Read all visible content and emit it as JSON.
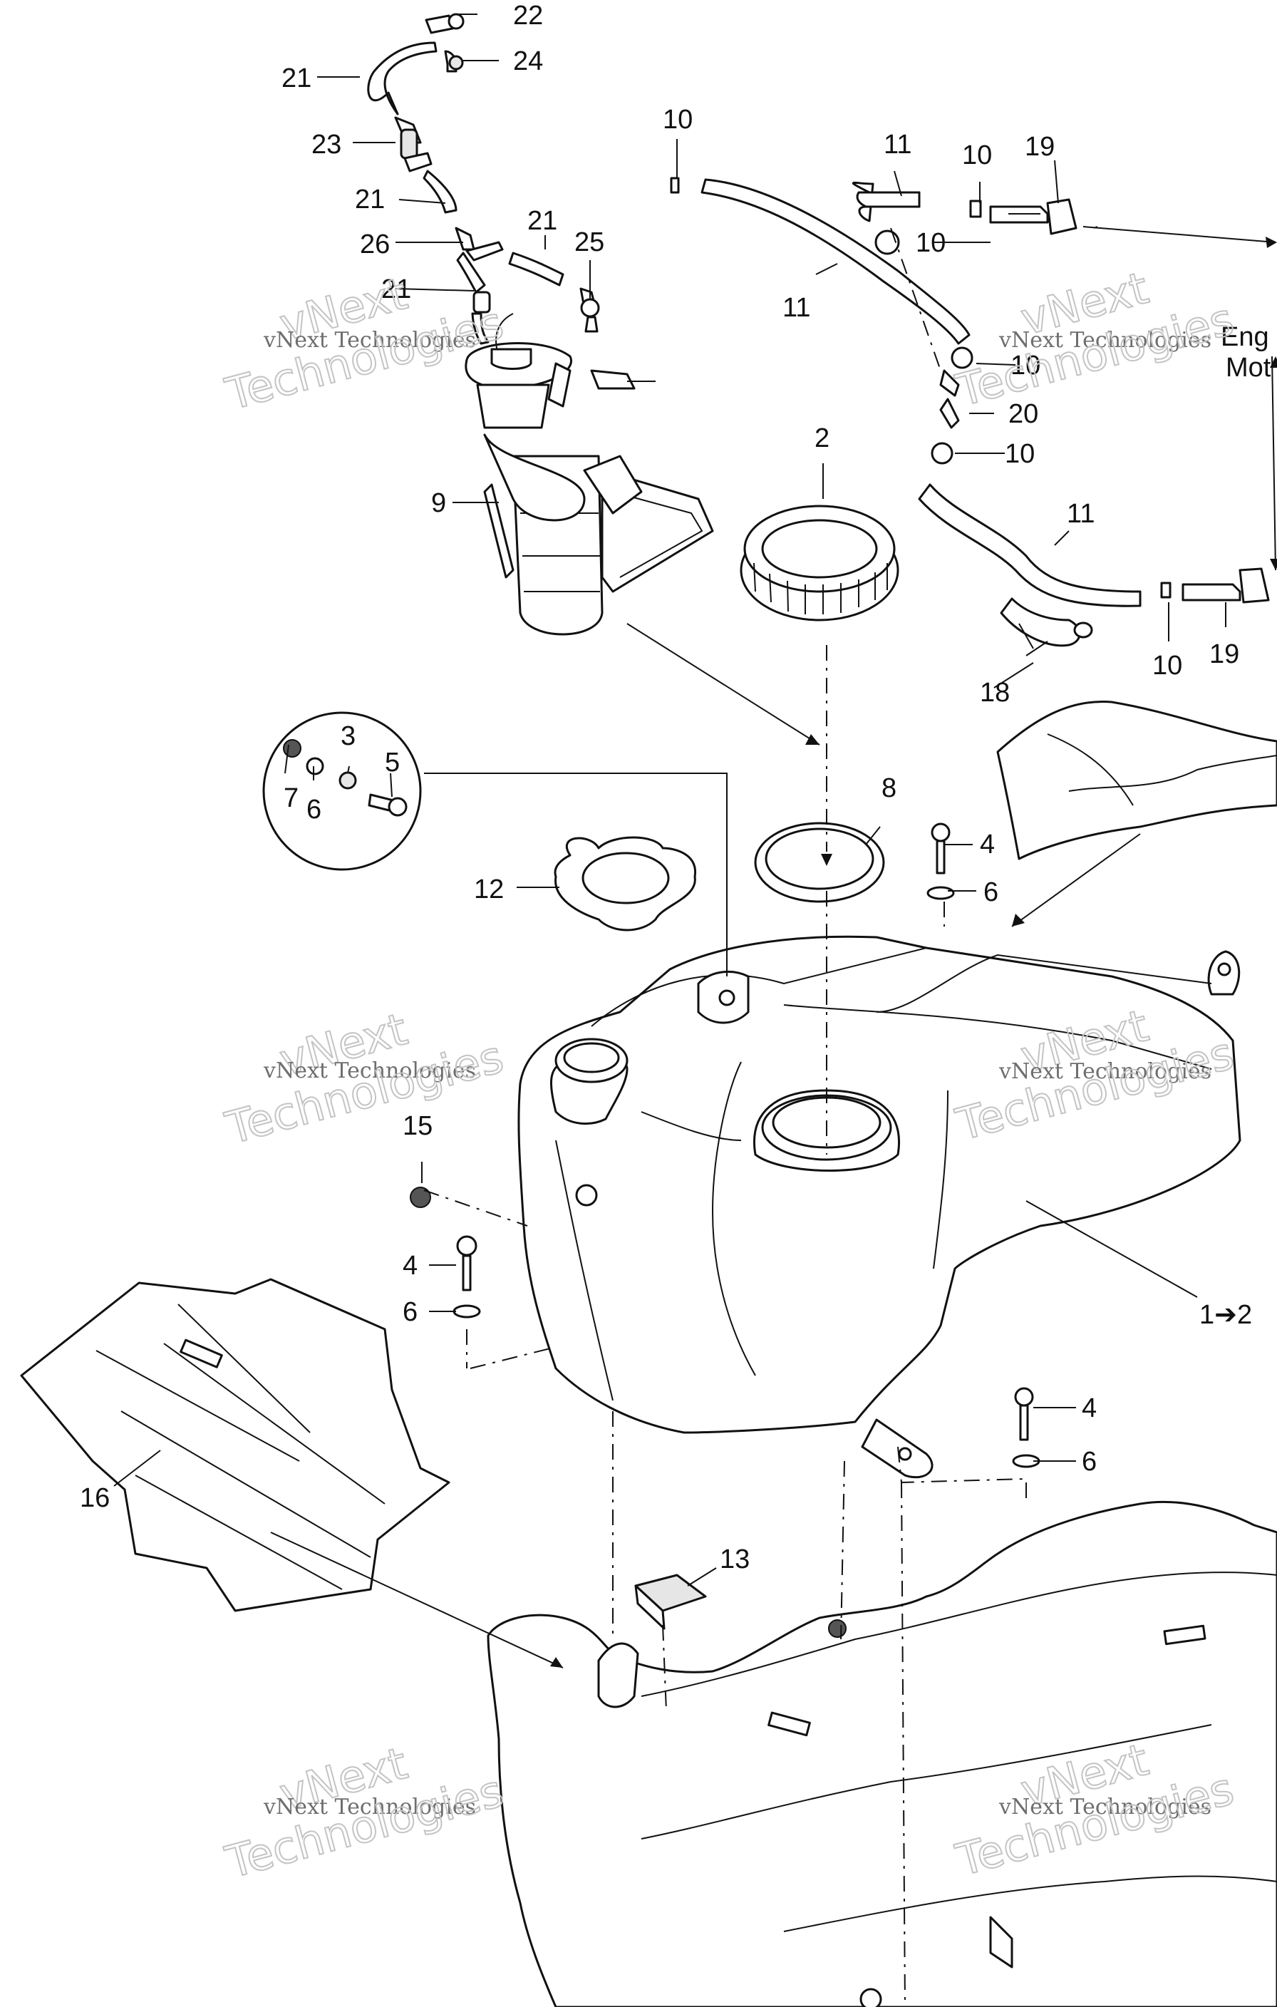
{
  "labels": {
    "n22": "22",
    "n24": "24",
    "n21a": "21",
    "n23": "23",
    "n21b": "21",
    "n26": "26",
    "n21c": "21",
    "n25": "25",
    "n21d": "21",
    "n10a": "10",
    "n11a": "11",
    "n10b": "10",
    "n19a": "19",
    "n10c": "10",
    "n11b": "11",
    "n10d": "10",
    "n20": "20",
    "n10e": "10",
    "n9": "9",
    "n2": "2",
    "n11c": "11",
    "n10f": "10",
    "n19b": "19",
    "n18": "18",
    "n3": "3",
    "n5": "5",
    "n7": "7",
    "n6a": "6",
    "n8": "8",
    "n4a": "4",
    "n6b": "6",
    "n12": "12",
    "n15": "15",
    "n4b": "4",
    "n6c": "6",
    "n1to2": "1➔2",
    "n4c": "4",
    "n6d": "6",
    "n16": "16",
    "n13": "13"
  },
  "side_note": {
    "line1": "Eng",
    "line2": "Mot"
  },
  "watermark": {
    "top": "vNext",
    "company": "vNext Technologies",
    "bottom": "Technologies"
  }
}
